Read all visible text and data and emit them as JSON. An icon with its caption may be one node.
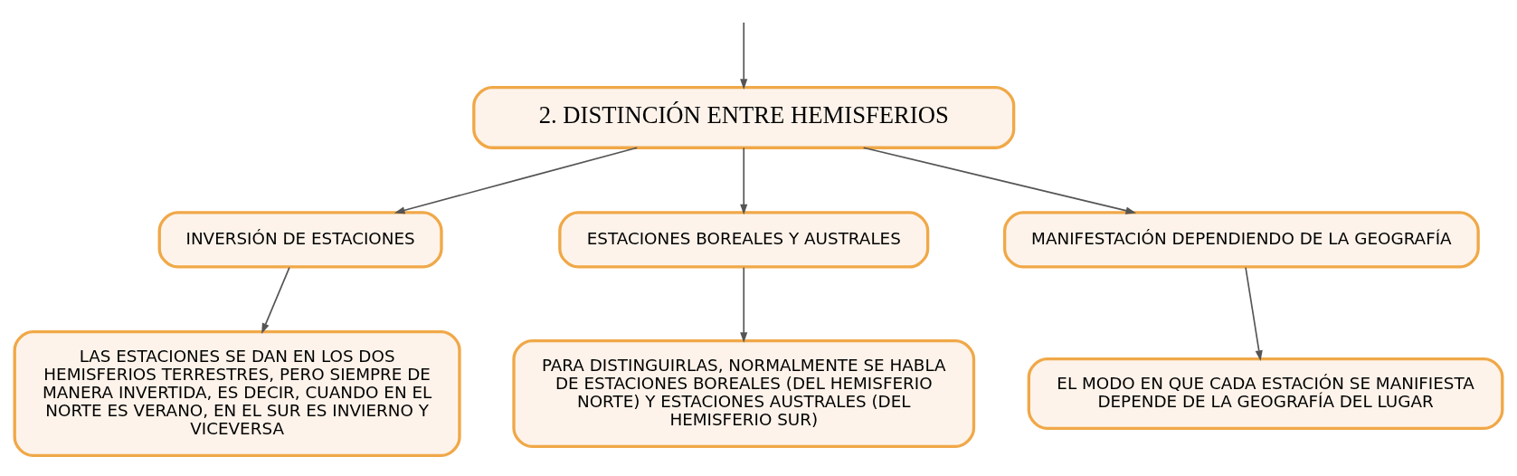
{
  "diagram": {
    "nodes": [
      {
        "text": [
          "2. DISTINCIÓN ENTRE HEMISFERIOS"
        ]
      },
      {
        "text": [
          "INVERSIÓN DE ESTACIONES"
        ]
      },
      {
        "text": [
          "ESTACIONES BOREALES Y AUSTRALES"
        ]
      },
      {
        "text": [
          "MANIFESTACIÓN DEPENDIENDO DE LA GEOGRAFÍA"
        ]
      },
      {
        "text": [
          "LAS ESTACIONES SE DAN EN LOS DOS HEMISFERIOS TERRESTRES, PERO SIEMPRE DE MANERA INVERTIDA, ES DECIR, CUANDO EN EL NORTE ES VERANO, EN EL SUR ES INVIERNO Y VICEVERSA"
        ]
      },
      {
        "text": [
          "PARA DISTINGUIRLAS, NORMALMENTE SE HABLA DE ESTACIONES BOREALES (DEL HEMISFERIO NORTE) Y ESTACIONES AUSTRALES (DEL HEMISFERIO SUR)"
        ]
      },
      {
        "text": [
          "EL MODO EN QUE CADA ESTACIÓN SE MANIFIESTA DEPENDE DE LA GEOGRAFÍA DEL LUGAR"
        ]
      }
    ],
    "edges": [
      {
        "from": null,
        "to": 0,
        "arrow": "to"
      },
      {
        "from": 0,
        "to": 1,
        "arrow": "to"
      },
      {
        "from": 0,
        "to": 2,
        "arrow": "to"
      },
      {
        "from": 0,
        "to": 3,
        "arrow": "to"
      },
      {
        "from": 1,
        "to": 4,
        "arrow": "to"
      },
      {
        "from": 2,
        "to": 5,
        "arrow": "to"
      },
      {
        "from": 3,
        "to": 6,
        "arrow": "to"
      }
    ]
  }
}
